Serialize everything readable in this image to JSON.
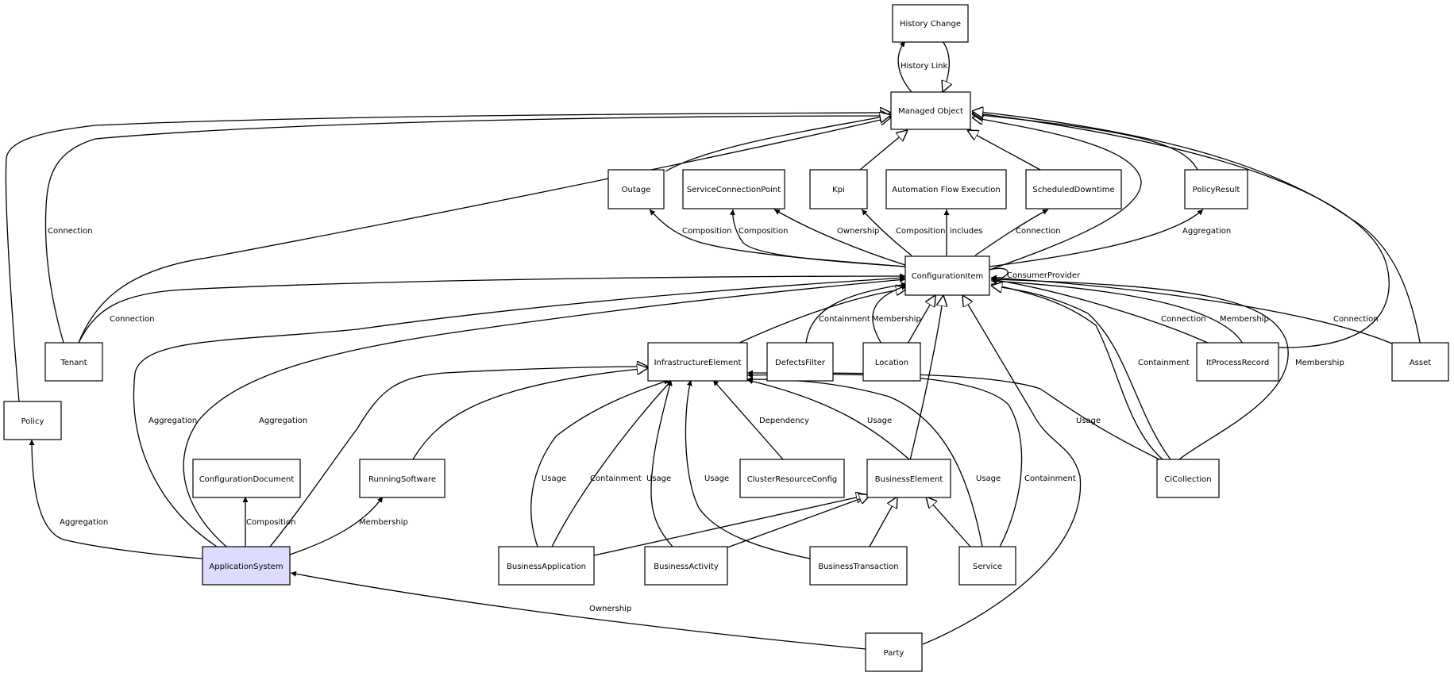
{
  "diagram": {
    "nodes": [
      {
        "id": "history_change",
        "label": "History Change"
      },
      {
        "id": "managed_object",
        "label": "Managed Object"
      },
      {
        "id": "outage",
        "label": "Outage"
      },
      {
        "id": "service_connection_point",
        "label": "ServiceConnectionPoint"
      },
      {
        "id": "kpi",
        "label": "Kpi"
      },
      {
        "id": "automation_flow_execution",
        "label": "Automation Flow Execution"
      },
      {
        "id": "scheduled_downtime",
        "label": "ScheduledDowntime"
      },
      {
        "id": "policy_result",
        "label": "PolicyResult"
      },
      {
        "id": "configuration_item",
        "label": "ConfigurationItem"
      },
      {
        "id": "tenant",
        "label": "Tenant"
      },
      {
        "id": "infrastructure_element",
        "label": "InfrastructureElement"
      },
      {
        "id": "defects_filter",
        "label": "DefectsFilter"
      },
      {
        "id": "location",
        "label": "Location"
      },
      {
        "id": "it_process_record",
        "label": "ItProcessRecord"
      },
      {
        "id": "asset",
        "label": "Asset"
      },
      {
        "id": "policy",
        "label": "Policy"
      },
      {
        "id": "configuration_document",
        "label": "ConfigurationDocument"
      },
      {
        "id": "running_software",
        "label": "RunningSoftware"
      },
      {
        "id": "cluster_resource_config",
        "label": "ClusterResourceConfig"
      },
      {
        "id": "business_element",
        "label": "BusinessElement"
      },
      {
        "id": "ci_collection",
        "label": "CiCollection"
      },
      {
        "id": "application_system",
        "label": "ApplicationSystem"
      },
      {
        "id": "business_application",
        "label": "BusinessApplication"
      },
      {
        "id": "business_activity",
        "label": "BusinessActivity"
      },
      {
        "id": "business_transaction",
        "label": "BusinessTransaction"
      },
      {
        "id": "service",
        "label": "Service"
      },
      {
        "id": "party",
        "label": "Party"
      }
    ],
    "edge_labels": [
      {
        "id": "history_link",
        "text": "History Link"
      },
      {
        "id": "tenant_connection_mo",
        "text": "Connection"
      },
      {
        "id": "outage_composition",
        "text": "Composition"
      },
      {
        "id": "scp_composition",
        "text": "Composition"
      },
      {
        "id": "kpi_ownership",
        "text": "Ownership"
      },
      {
        "id": "kpi_composition",
        "text": "Composition"
      },
      {
        "id": "afe_includes",
        "text": "includes"
      },
      {
        "id": "sd_connection",
        "text": "Connection"
      },
      {
        "id": "pr_aggregation",
        "text": "Aggregation"
      },
      {
        "id": "consumer_provider",
        "text": "ConsumerProvider"
      },
      {
        "id": "tenant_connection_ci",
        "text": "Connection"
      },
      {
        "id": "defects_containment",
        "text": "Containment"
      },
      {
        "id": "location_membership",
        "text": "Membership"
      },
      {
        "id": "itpr_connection",
        "text": "Connection"
      },
      {
        "id": "itpr_membership",
        "text": "Membership"
      },
      {
        "id": "asset_connection",
        "text": "Connection"
      },
      {
        "id": "cic_containment",
        "text": "Containment"
      },
      {
        "id": "cic_membership",
        "text": "Membership"
      },
      {
        "id": "as_aggregation_1",
        "text": "Aggregation"
      },
      {
        "id": "as_aggregation_2",
        "text": "Aggregation"
      },
      {
        "id": "crc_dependency",
        "text": "Dependency"
      },
      {
        "id": "be_usage",
        "text": "Usage"
      },
      {
        "id": "cic_usage",
        "text": "Usage"
      },
      {
        "id": "ba_usage",
        "text": "Usage"
      },
      {
        "id": "ba_containment",
        "text": "Containment"
      },
      {
        "id": "bact_usage",
        "text": "Usage"
      },
      {
        "id": "bt_usage",
        "text": "Usage"
      },
      {
        "id": "svc_usage",
        "text": "Usage"
      },
      {
        "id": "svc_containment",
        "text": "Containment"
      },
      {
        "id": "policy_aggregation",
        "text": "Aggregation"
      },
      {
        "id": "cd_composition",
        "text": "Composition"
      },
      {
        "id": "rs_membership",
        "text": "Membership"
      },
      {
        "id": "party_ownership",
        "text": "Ownership"
      }
    ]
  }
}
